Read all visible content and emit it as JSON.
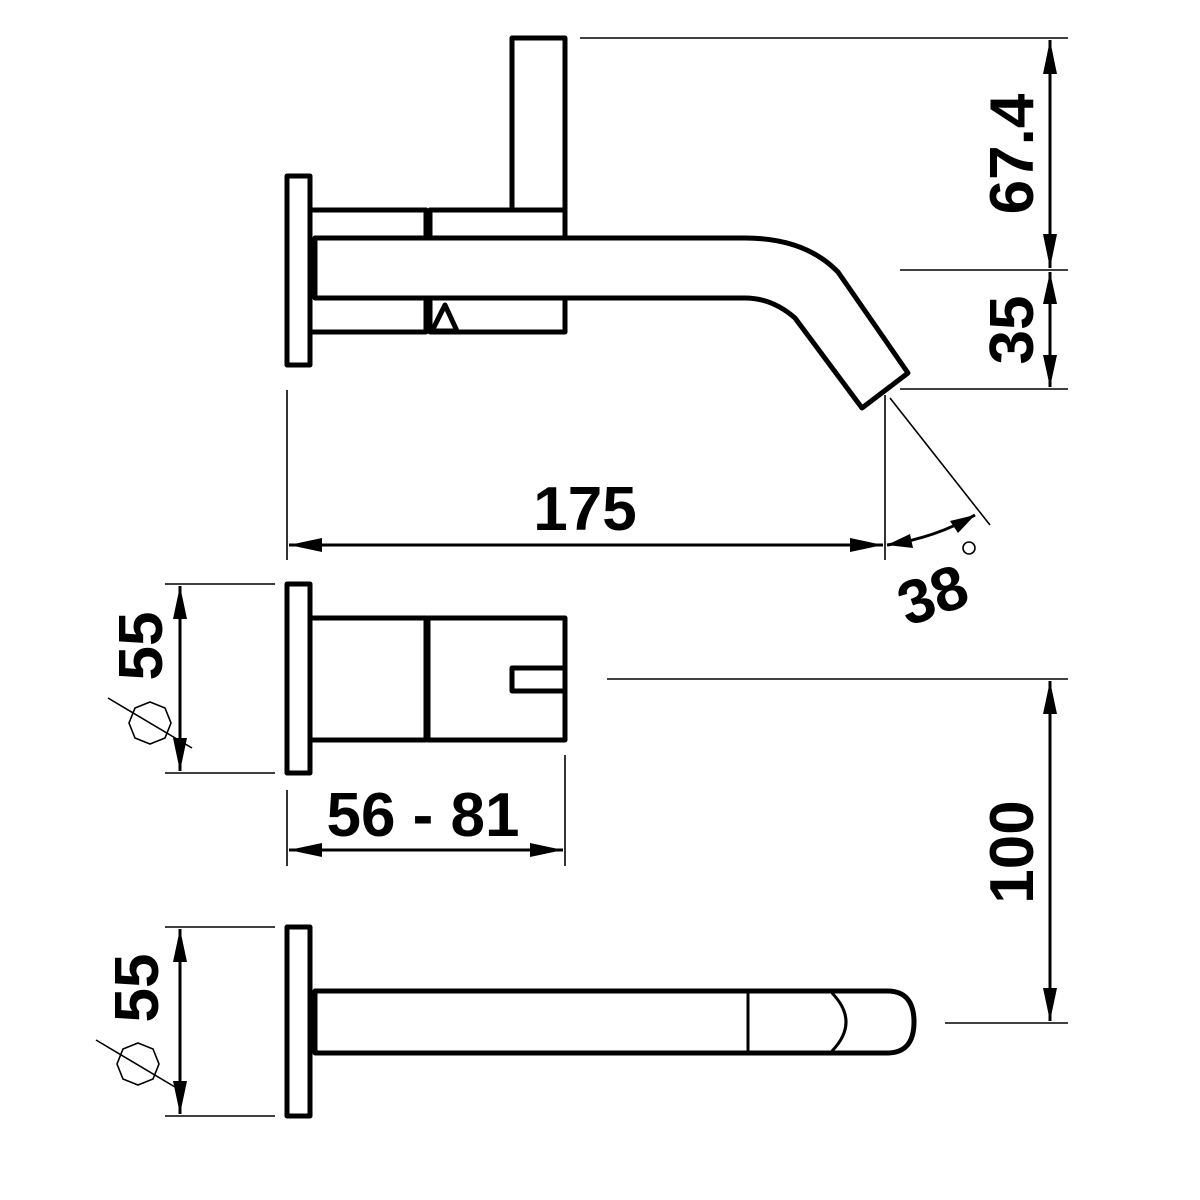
{
  "dimensions": {
    "handle_height": "67.4",
    "spout_height": "35",
    "spout_length": "175",
    "spout_angle": "38",
    "degree_symbol": "°",
    "top_rosette_diameter": "55",
    "projection_range": "56 - 81",
    "spacing": "100",
    "bottom_rosette_diameter": "55"
  }
}
